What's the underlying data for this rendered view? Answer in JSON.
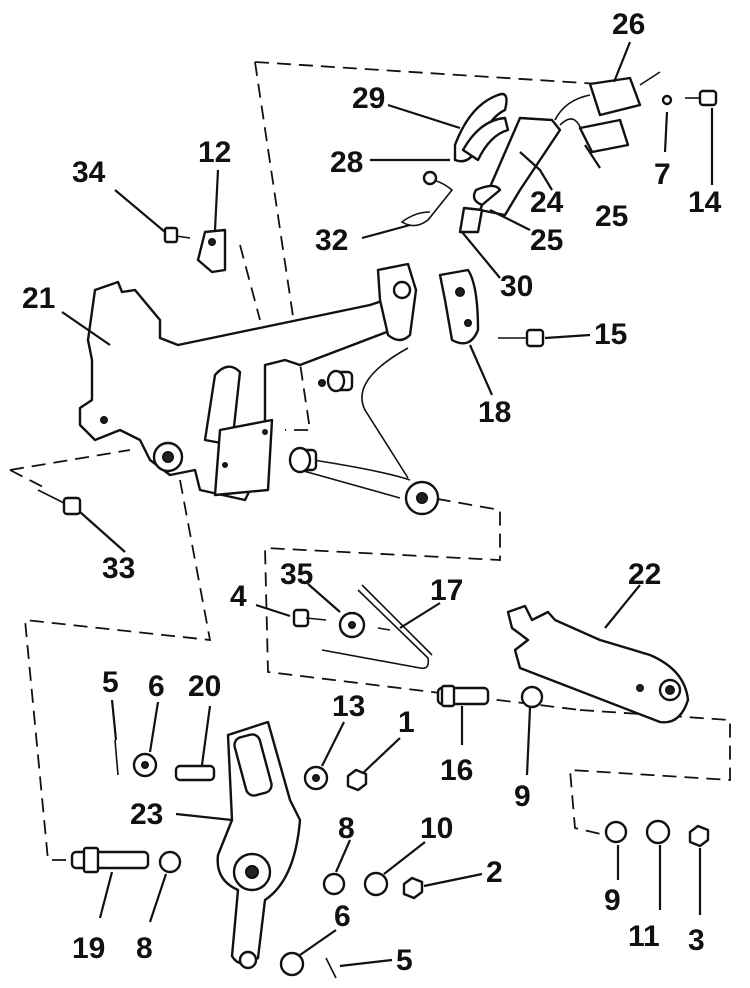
{
  "diagram": {
    "labels": {
      "l26": "26",
      "l29": "29",
      "l7": "7",
      "l14": "14",
      "l28": "28",
      "l34": "34",
      "l12": "12",
      "l24": "24",
      "l25a": "25",
      "l25b": "25",
      "l32": "32",
      "l30": "30",
      "l21": "21",
      "l15": "15",
      "l18": "18",
      "l33": "33",
      "l35": "35",
      "l17": "17",
      "l22": "22",
      "l4": "4",
      "l5a": "5",
      "l6a": "6",
      "l20": "20",
      "l13": "13",
      "l1": "1",
      "l16": "16",
      "l9a": "9",
      "l23": "23",
      "l8a": "8",
      "l10": "10",
      "l2": "2",
      "l9b": "9",
      "l11": "11",
      "l3": "3",
      "l19": "19",
      "l8b": "8",
      "l6b": "6",
      "l5b": "5"
    },
    "colors": {
      "ink": "#111111",
      "paper": "#ffffff"
    }
  }
}
